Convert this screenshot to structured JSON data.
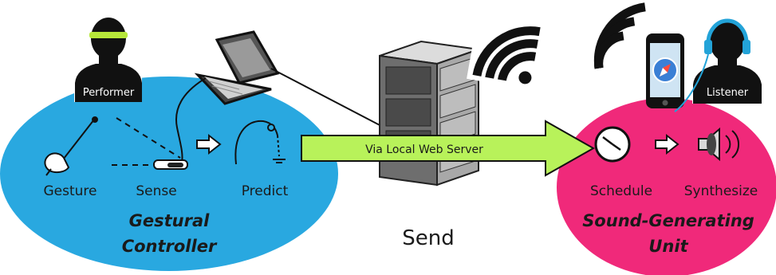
{
  "colors": {
    "left_ellipse": "#29a8e0",
    "right_ellipse": "#f0297a",
    "arrow_fill": "#b8f25a",
    "headband": "#b6e63a",
    "headphones": "#23a3d8"
  },
  "performer": {
    "label": "Performer"
  },
  "listener": {
    "label": "Listener"
  },
  "gestural": {
    "steps": [
      "Gesture",
      "Sense",
      "Predict"
    ],
    "title_line1": "Gestural",
    "title_line2": "Controller"
  },
  "sound_unit": {
    "steps": [
      "Schedule",
      "Synthesize"
    ],
    "title_line1": "Sound-Generating",
    "title_line2": "Unit"
  },
  "transfer": {
    "arrow_label": "Via Local Web Server",
    "send_label": "Send"
  },
  "icons": [
    "performer-silhouette-icon",
    "laptop-icon",
    "server-rack-icon",
    "wifi-icon",
    "smartphone-icon",
    "compass-icon",
    "listener-silhouette-icon",
    "wand-hand-icon",
    "sensor-icon",
    "arc-trajectory-icon",
    "clock-icon",
    "speaker-icon"
  ]
}
